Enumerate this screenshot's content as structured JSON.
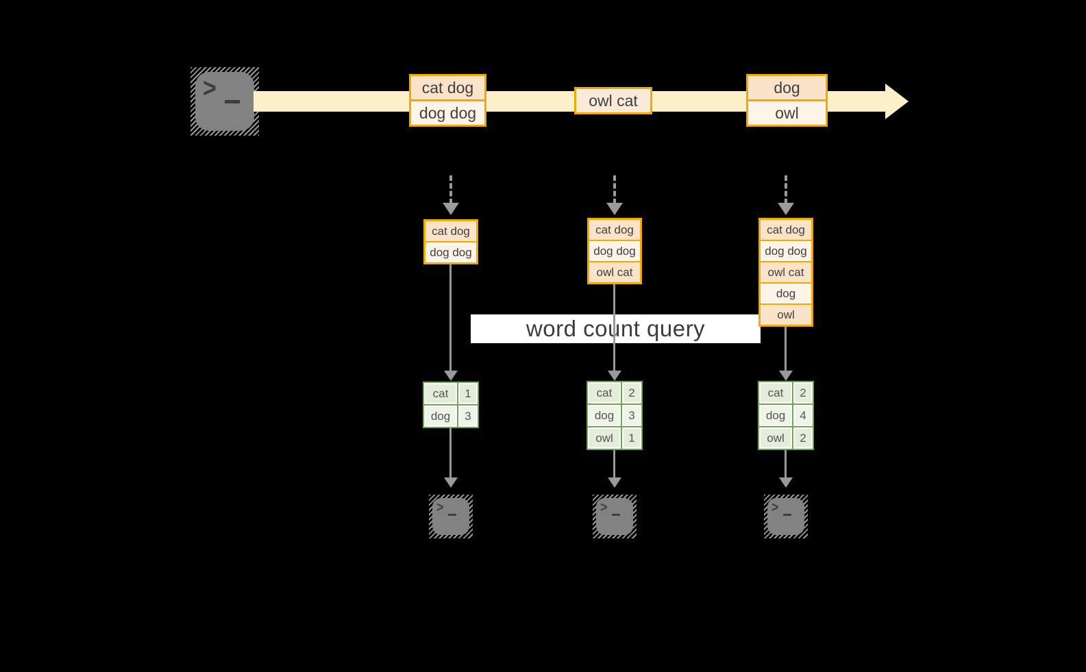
{
  "query_label": "word count query",
  "timeline_events": [
    {
      "rows": [
        "cat dog",
        "dog dog"
      ]
    },
    {
      "rows": [
        "owl cat"
      ]
    },
    {
      "rows": [
        "dog",
        "owl"
      ]
    }
  ],
  "snapshots": [
    {
      "buffer": [
        "cat dog",
        "dog dog"
      ],
      "counts": [
        {
          "word": "cat",
          "count": "1"
        },
        {
          "word": "dog",
          "count": "3"
        }
      ]
    },
    {
      "buffer": [
        "cat dog",
        "dog dog",
        "owl cat"
      ],
      "counts": [
        {
          "word": "cat",
          "count": "2"
        },
        {
          "word": "dog",
          "count": "3"
        },
        {
          "word": "owl",
          "count": "1"
        }
      ]
    },
    {
      "buffer": [
        "cat dog",
        "dog dog",
        "owl cat",
        "dog",
        "owl"
      ],
      "counts": [
        {
          "word": "cat",
          "count": "2"
        },
        {
          "word": "dog",
          "count": "4"
        },
        {
          "word": "owl",
          "count": "2"
        }
      ]
    }
  ],
  "icons": {
    "source": "terminal-icon",
    "sinks": [
      "terminal-icon",
      "terminal-icon",
      "terminal-icon"
    ]
  },
  "colors": {
    "background": "#000000",
    "stream_arrow": "#fbf0ca",
    "event_border": "#f0ab00",
    "event_fill_dark": "#fae3c8",
    "event_fill_light": "#fdf3e6",
    "count_border": "#6fa650",
    "count_fill_dark": "#e3edda",
    "count_fill_light": "#eef4e8",
    "flow_arrow": "#999999",
    "terminal_fill": "#828282",
    "label_background": "#ffffff",
    "text": "#3c3c3c"
  }
}
